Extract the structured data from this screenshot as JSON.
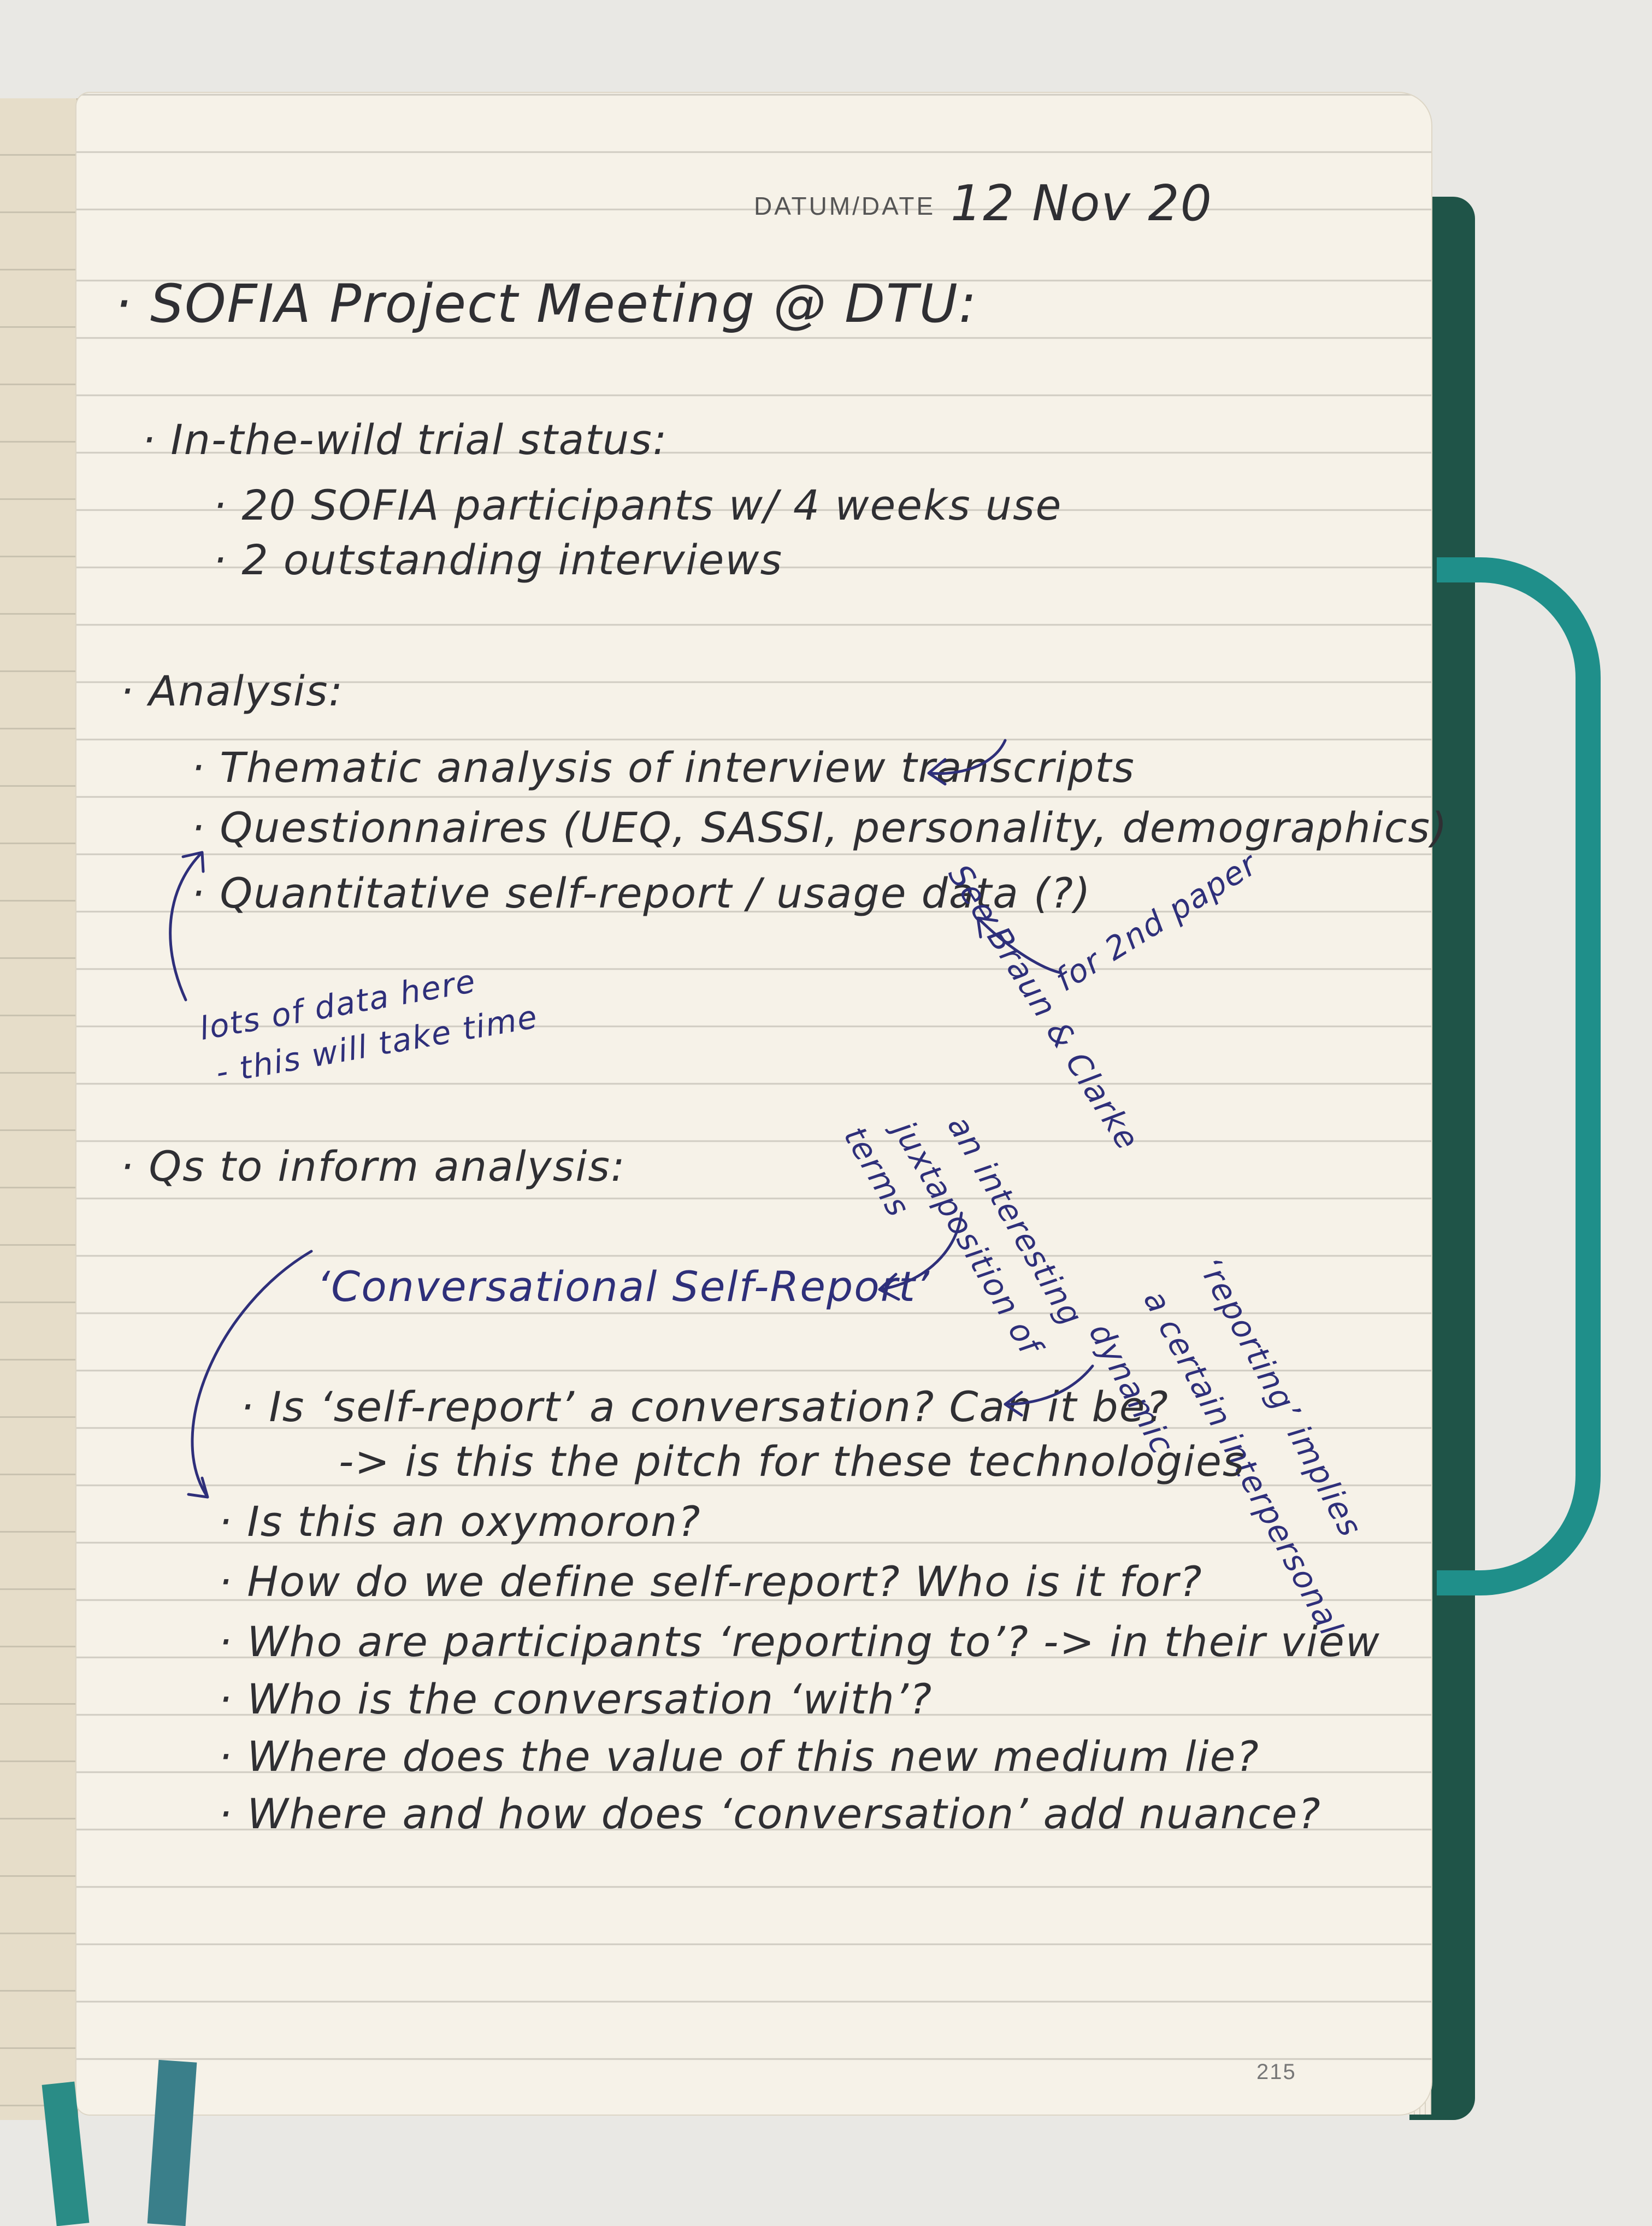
{
  "header": {
    "date_label": "DATUM/DATE",
    "date_value": "12 Nov 20",
    "page_number": "215"
  },
  "title": "· SOFIA Project Meeting @ DTU:",
  "sections": {
    "trial": {
      "heading": "· In-the-wild trial status:",
      "items": [
        "· 20 SOFIA participants w/ 4 weeks use",
        "· 2 outstanding interviews"
      ]
    },
    "analysis": {
      "heading": "· Analysis:",
      "items": [
        "· Thematic analysis of interview transcripts",
        "· Questionnaires (UEQ, SASSI, personality, demographics)",
        "· Quantitative self-report / usage data (?)"
      ],
      "note_braun": "See Braun & Clarke",
      "note_second_paper": "for 2nd paper",
      "note_lots_of_data": [
        "lots of data here",
        "- this will take time"
      ]
    },
    "questions": {
      "heading": "· Qs to inform analysis:",
      "concept": "‘Conversational Self-Report’",
      "note_juxtaposition": [
        "an interesting",
        "juxtaposition of",
        "terms"
      ],
      "note_reporting": [
        "‘reporting’ implies",
        "a certain interpersonal",
        "dynamic"
      ],
      "items": [
        "· Is ‘self-report’ a conversation? Can it be?",
        "-> is this the pitch for these technologies",
        "· Is this an oxymoron?",
        "· How do we define self-report? Who is it for?",
        "· Who are participants ‘reporting to’? -> in their view",
        "· Who is the conversation ‘with’?",
        "· Where does the value of this new medium lie?",
        "· Where and how does ‘conversation’ add nuance?"
      ]
    }
  },
  "colors": {
    "pencil_ink": "#2f2f33",
    "blue_ink": "#2e2f7a",
    "paper": "#f6f2e8",
    "elastic_band": "#1f8f8a"
  }
}
